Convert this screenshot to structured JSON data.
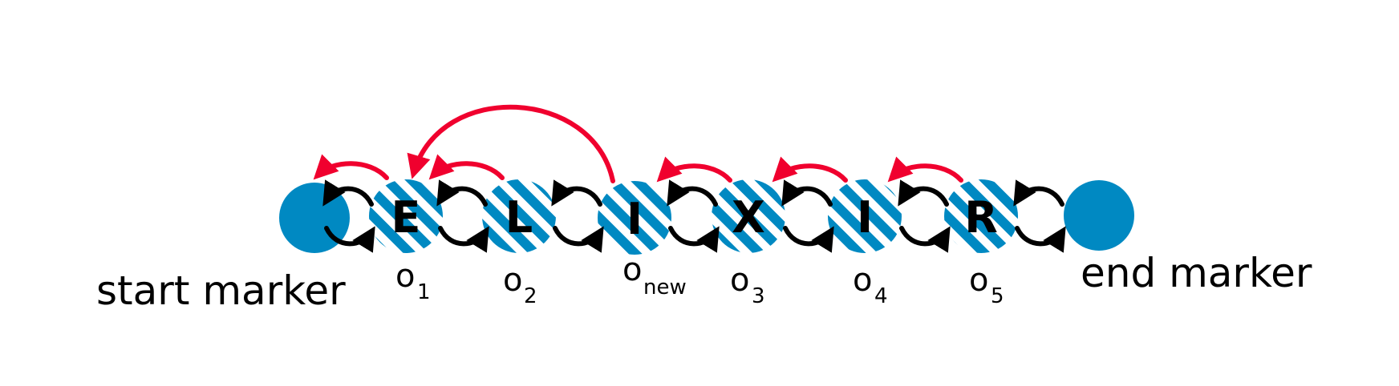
{
  "start_marker": {
    "label": "start marker"
  },
  "end_marker": {
    "label": "end marker"
  },
  "nodes": [
    {
      "letter": "E",
      "label": "o",
      "sub": "1"
    },
    {
      "letter": "L",
      "label": "o",
      "sub": "2"
    },
    {
      "letter": "I",
      "label": "o",
      "sub": "new"
    },
    {
      "letter": "X",
      "label": "o",
      "sub": "3"
    },
    {
      "letter": "I",
      "label": "o",
      "sub": "4"
    },
    {
      "letter": "R",
      "label": "o",
      "sub": "5"
    }
  ],
  "colors": {
    "node": "#0089c2",
    "red_arrow": "#f0002e",
    "black_arrow": "#000000"
  }
}
